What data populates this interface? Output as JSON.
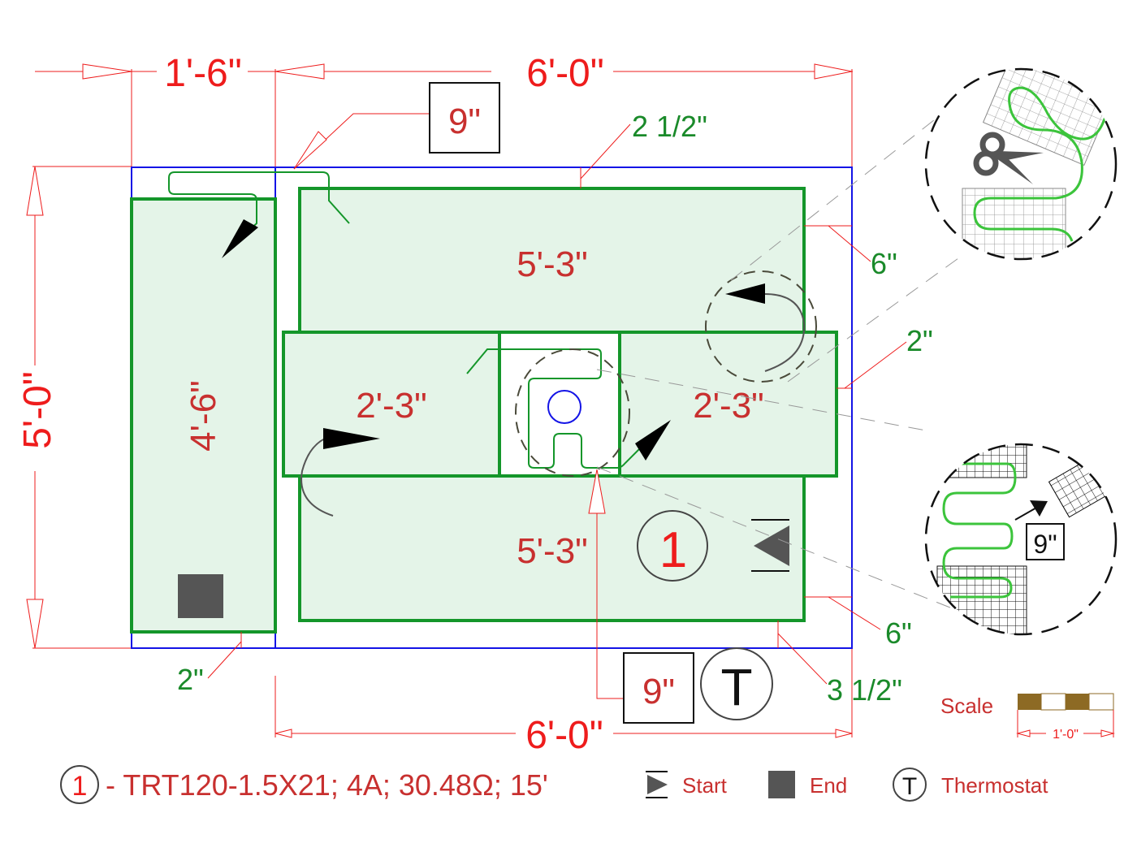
{
  "dimensions": {
    "top_left_width": "1'-6\"",
    "top_main_width": "6'-0\"",
    "bottom_main_width": "6'-0\"",
    "overall_height": "5'-0\"",
    "gap_top": "2 1/2\"",
    "gap_right_top": "6\"",
    "gap_right_middle": "2\"",
    "gap_right_bottom": "6\"",
    "gap_bottom": "3 1/2\"",
    "gap_left_bottom": "2\""
  },
  "callouts": {
    "top_spacing_box": "9\"",
    "bottom_spacing_box": "9\"",
    "detail_spacing_box": "9\""
  },
  "mats": [
    {
      "id": "left-strip",
      "label": "4'-6\""
    },
    {
      "id": "top-upper",
      "label": "5'-3\""
    },
    {
      "id": "middle-left",
      "label": "2'-3\""
    },
    {
      "id": "middle-right",
      "label": "2'-3\""
    },
    {
      "id": "bottom-lower",
      "label": "5'-3\""
    }
  ],
  "markers": {
    "circuit_number": "1",
    "thermostat_symbol": "T"
  },
  "legend": {
    "circuit_number": "1",
    "circuit_spec": "- TRT120-1.5X21; 4A; 30.48Ω; 15'",
    "start_label": "Start",
    "end_label": "End",
    "thermostat_symbol": "T",
    "thermostat_label": "Thermostat"
  },
  "scale": {
    "label": "Scale",
    "length": "1'-0\""
  },
  "colors": {
    "dimension": "#ee1c1c",
    "label_red": "#c8302f",
    "label_green": "#1a8a2a",
    "mat_stroke": "#14962a",
    "mat_fill": "#e4f4e8",
    "room_outline": "#1414e6",
    "symbol_dark": "#555555",
    "scale_brown": "#8d6a24"
  }
}
